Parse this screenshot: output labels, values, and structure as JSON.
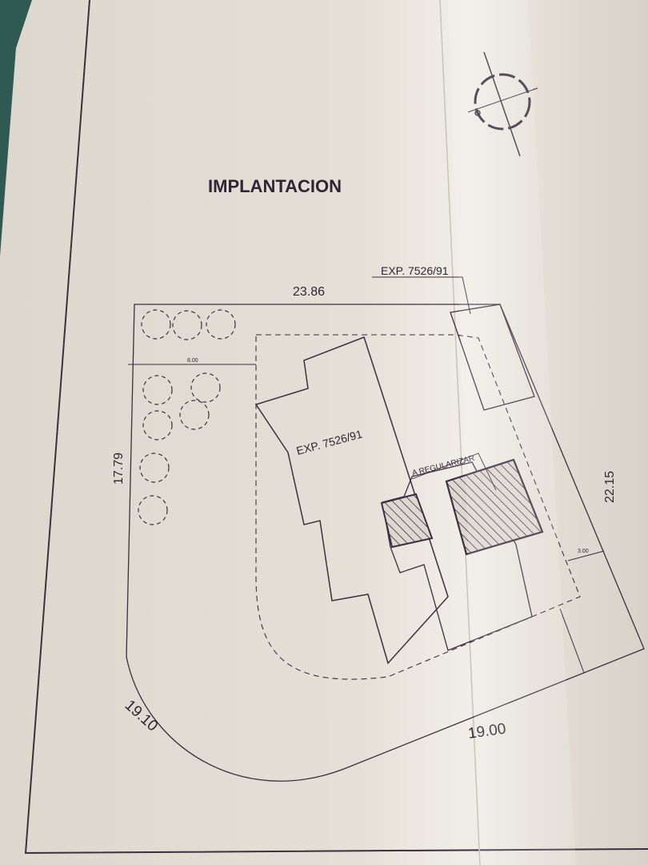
{
  "title": "IMPLANTACION",
  "labels": {
    "exp_top": "EXP. 7526/91",
    "exp_main": "EXP. 7526/91",
    "regularizar": "A REGULARIZAR"
  },
  "dimensions": {
    "top": "23.86",
    "left": "17.79",
    "right": "22.15",
    "bottom_left": "19.10",
    "bottom_right": "19.00",
    "setback_left": "8.00",
    "setback_right": "3.00"
  },
  "colors": {
    "paper": "#e6e2d9",
    "ink": "#2f2535",
    "hatch": "#3a3040"
  },
  "icons": [
    "north-arrow-icon"
  ]
}
